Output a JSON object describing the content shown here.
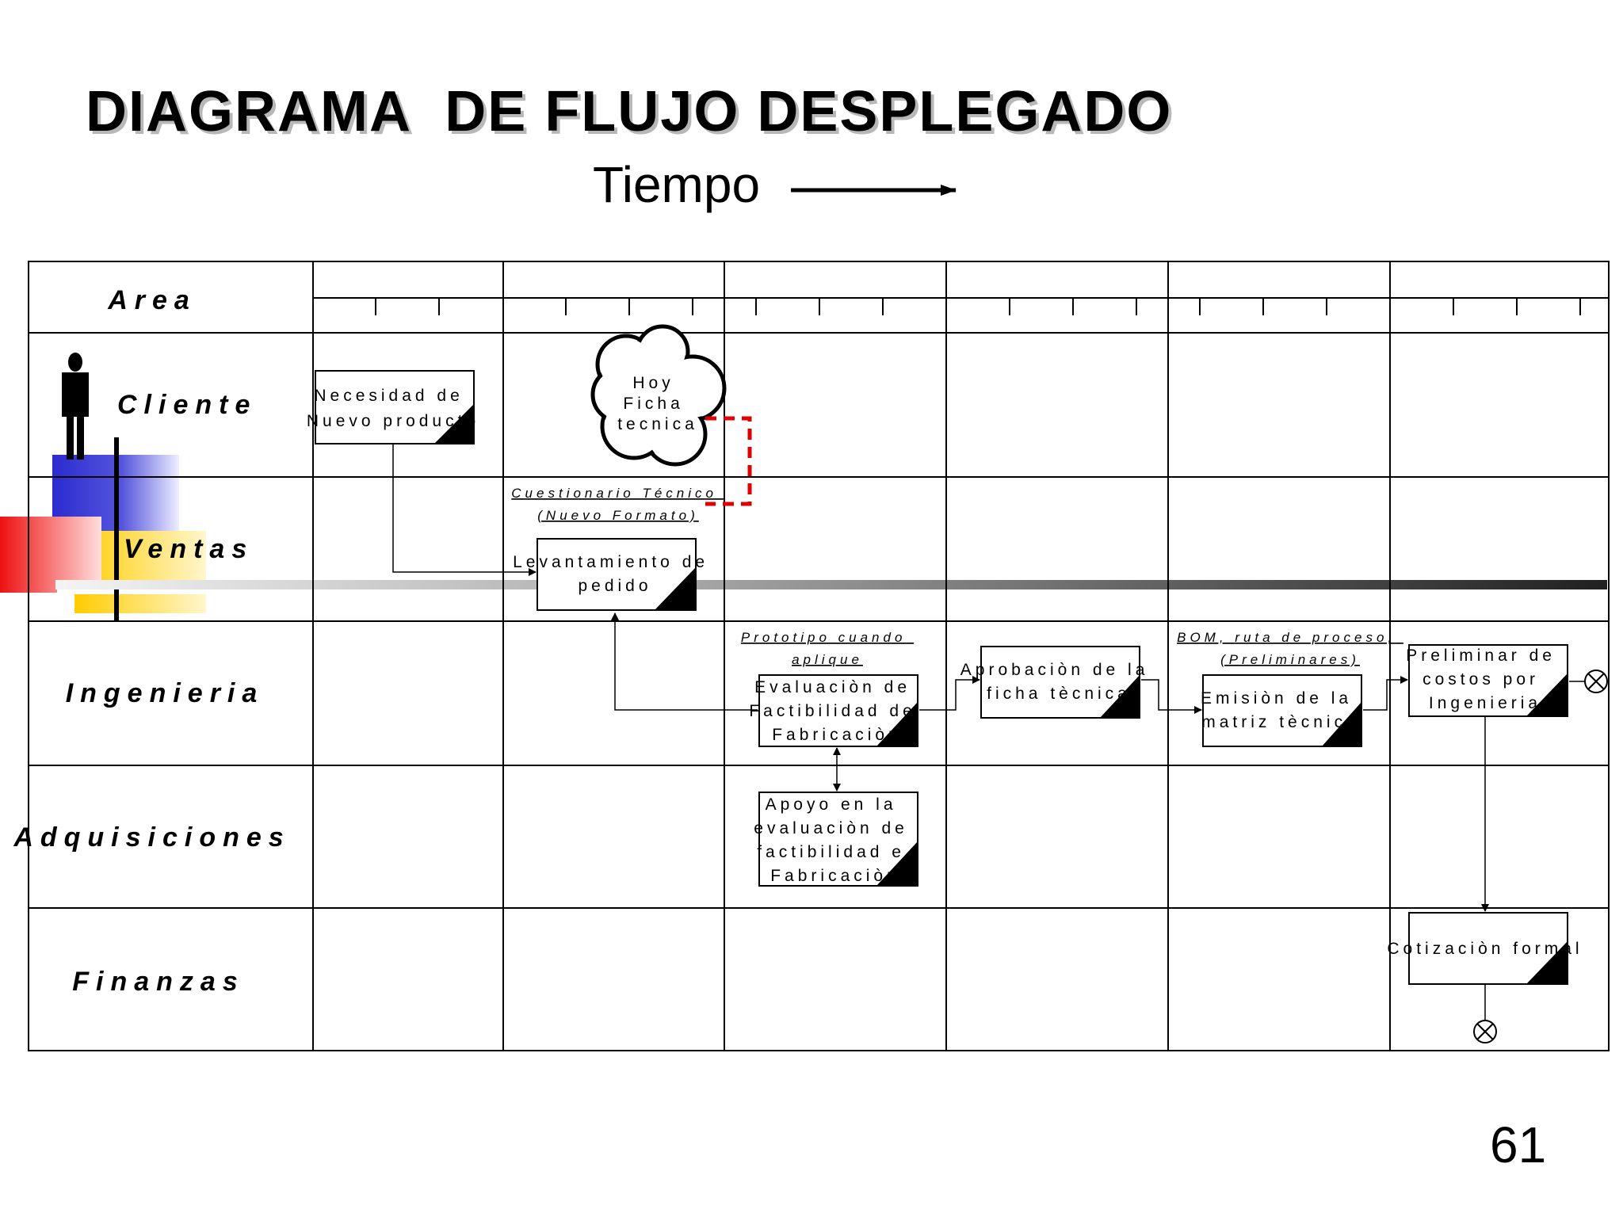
{
  "title": "DIAGRAMA  DE FLUJO DESPLEGADO",
  "time_label": "Tiempo",
  "page_number": "61",
  "header_label": "Area",
  "lanes": [
    "Cliente",
    "Ventas",
    "Ingenieria",
    "Adquisiciones",
    "Finanzas"
  ],
  "cloud": [
    "Hoy",
    "Ficha",
    "tecnica"
  ],
  "boxes": {
    "necesidad": [
      "Necesidad de",
      "Nuevo producto"
    ],
    "levantamiento": [
      "Levantamiento de",
      "pedido"
    ],
    "evaluacion": [
      "Evaluaciòn de",
      "Factibilidad de",
      "Fabricaciòn"
    ],
    "aprobacion": [
      "Aprobaciòn de la",
      "ficha tècnica"
    ],
    "emision": [
      "Emisiòn de la",
      "matriz tècnica"
    ],
    "preliminar": [
      "Preliminar de",
      "costos por",
      "Ingenieria"
    ],
    "apoyo": [
      "Apoyo en la",
      "evaluaciòn de",
      "factibilidad e",
      "Fabricaciòn"
    ],
    "cotizacion": [
      "Cotizaciòn formal"
    ]
  },
  "notes": {
    "cuestionario": [
      "Cuestionario Técnico",
      "(Nuevo Formato)"
    ],
    "prototipo": [
      "Prototipo cuando",
      "aplique"
    ],
    "bom": [
      "BOM, ruta de proceso,",
      "(Preliminares)"
    ]
  },
  "colors": {
    "grid": "#000000",
    "dashed": "#e00000",
    "blue": "#3333cc",
    "yellow": "#ffcc00",
    "red": "#ee1111"
  }
}
